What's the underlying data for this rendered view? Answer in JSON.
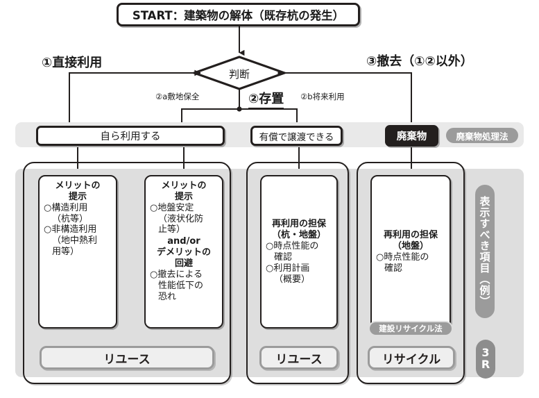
{
  "diagram": {
    "title_box": {
      "label": "START：建築物の解体（既存杭の発生）"
    },
    "decision": {
      "label": "判断"
    },
    "branches": {
      "branch1": "①直接利用",
      "branch2": "②存置",
      "branch2a": "②a敷地保全",
      "branch2b": "②b将来利用",
      "branch3": "③撤去（①②以外）"
    },
    "options": {
      "self_use": "自ら利用する",
      "paid_transfer": "有償で譲渡できる",
      "waste": "廃棄物",
      "waste_law_pill": "廃棄物処理法"
    },
    "details": {
      "box1": {
        "heading_line1": "メリットの",
        "heading_line2": "提示",
        "items": [
          "○構造利用",
          "（杭等）",
          "○非構造利用",
          "（地中熱利",
          "用等）"
        ]
      },
      "box2": {
        "heading_line1": "メリットの",
        "heading_line2": "提示",
        "items_a": [
          "○地盤安定",
          "（液状化防",
          "止等）"
        ],
        "conjunction": "and/or",
        "heading2_line1": "デメリットの",
        "heading2_line2": "回避",
        "items_b": [
          "○撤去による",
          "性能低下の",
          "恐れ"
        ]
      },
      "box3": {
        "heading_line1": "再利用の担保",
        "heading_line2": "（杭・地盤）",
        "items": [
          "○時点性能の",
          "確認",
          "○利用計画",
          "（概要）"
        ]
      },
      "box4": {
        "heading_line1": "再利用の担保",
        "heading_line2": "（地盤）",
        "items": [
          "○時点性能の",
          "確認"
        ]
      }
    },
    "recycle_law_pill": "建設リサイクル法",
    "results": {
      "reuse_left": "リユース",
      "reuse_mid": "リユース",
      "recycle_right": "リサイクル"
    },
    "side_labels": {
      "display_items": "表示すべき項目（例）",
      "three_r_top": "3",
      "three_r_bottom": "R"
    },
    "colors": {
      "ink": "#231f1e",
      "panel_light": "#e9e9e9",
      "panel_mid": "#dedede",
      "pill_gray": "#9b9b9b",
      "result_fill": "#efefef",
      "result_border": "#9b9b9b"
    }
  }
}
